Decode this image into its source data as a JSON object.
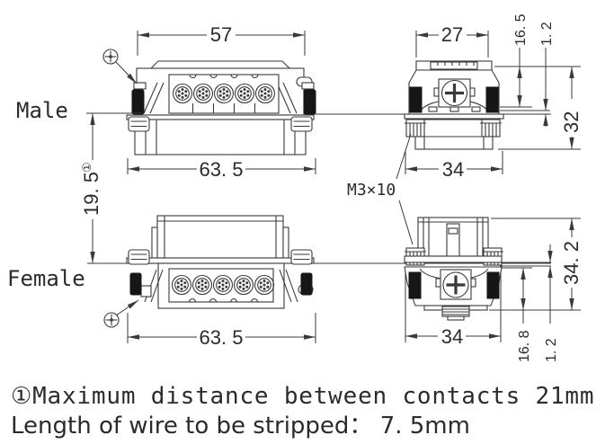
{
  "drawing": {
    "connector_views": {
      "male_label": "Male",
      "female_label": "Female"
    },
    "thread_callout": "M3×10",
    "dims": {
      "d57": "57",
      "d27": "27",
      "d63_5_male": "63. 5",
      "d34_male": "34",
      "d19_5": "19. 5",
      "d19_5_ref": "①",
      "d16_5": "16. 5",
      "d1_2_male": "1. 2",
      "d32": "32",
      "d63_5_female": "63. 5",
      "d34_female": "34",
      "d34_2": "34. 2",
      "d16_8": "16. 8",
      "d1_2_female": "1. 2"
    },
    "notes": {
      "line1": "①Maximum distance between contacts 21mm",
      "line2": "Length of wire to be stripped： 7. 5mm"
    },
    "colors": {
      "line": "#3a3a3a",
      "text": "#2b2b2b",
      "dark_fill": "#161616",
      "background": "#ffffff"
    }
  }
}
